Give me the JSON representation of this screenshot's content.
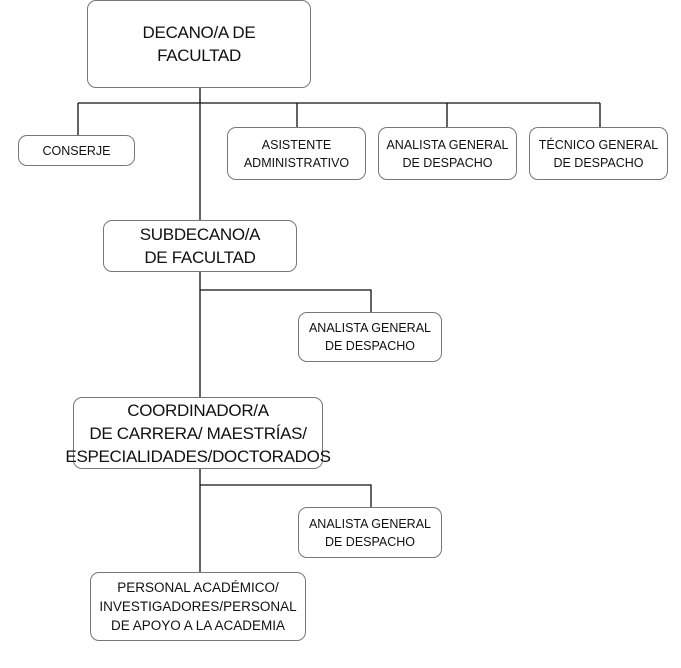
{
  "nodes": {
    "decano": "DECANO/A DE\nFACULTAD",
    "conserje": "CONSERJE",
    "asistente": "ASISTENTE\nADMINISTRATIVO",
    "analista_decano": "ANALISTA GENERAL\nDE DESPACHO",
    "tecnico": "TÉCNICO GENERAL\nDE DESPACHO",
    "subdecano": "SUBDECANO/A\nDE FACULTAD",
    "analista_subdecano": "ANALISTA GENERAL\nDE DESPACHO",
    "coordinador": "COORDINADOR/A\nDE CARRERA/ MAESTRÍAS/\nESPECIALIDADES/DOCTORADOS",
    "analista_coordinador": "ANALISTA GENERAL\nDE DESPACHO",
    "personal": "PERSONAL ACADÉMICO/\nINVESTIGADORES/PERSONAL\nDE APOYO A LA ACADEMIA"
  }
}
